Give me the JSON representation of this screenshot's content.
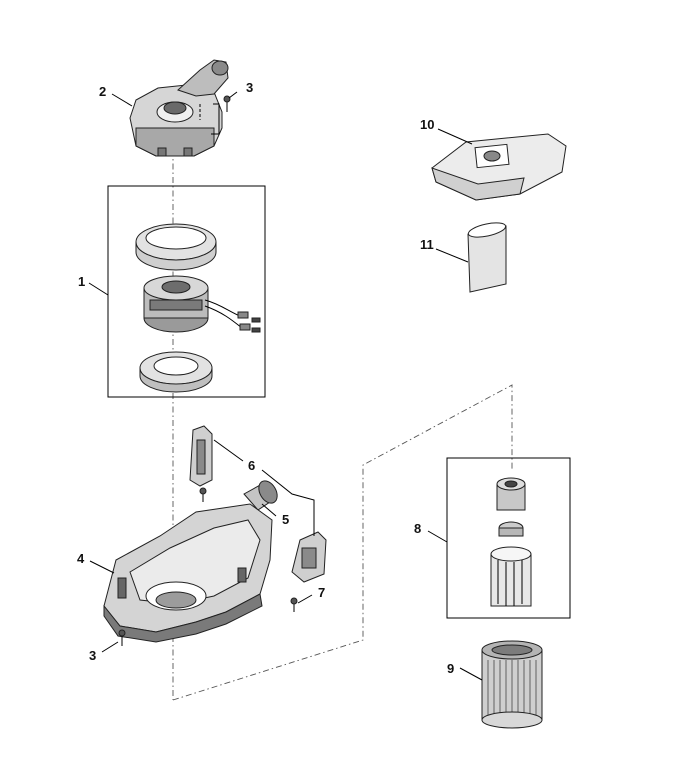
{
  "labels": {
    "l1": "1",
    "l2": "2",
    "l3a": "3",
    "l3b": "3",
    "l4": "4",
    "l5": "5",
    "l6": "6",
    "l7": "7",
    "l8": "8",
    "l9": "9",
    "l10": "10",
    "l11": "11"
  },
  "colors": {
    "part_fill": "#cfcfcf",
    "part_dark": "#6a6a6a",
    "part_light": "#ececec",
    "line": "#000000"
  }
}
